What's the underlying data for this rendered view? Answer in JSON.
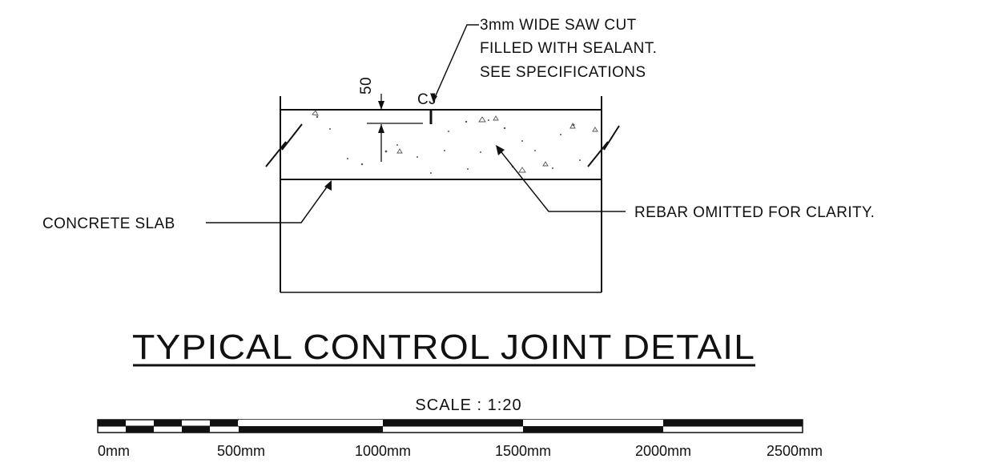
{
  "notes": {
    "saw_cut_line1": "3mm WIDE SAW CUT",
    "saw_cut_line2": "FILLED WITH SEALANT.",
    "saw_cut_line3": "SEE SPECIFICATIONS",
    "cj": "CJ",
    "depth": "50",
    "rebar": "REBAR OMITTED FOR CLARITY.",
    "concrete": "CONCRETE SLAB"
  },
  "title": "TYPICAL CONTROL JOINT DETAIL",
  "scale": {
    "label": "SCALE : 1:20",
    "ticks": [
      "0mm",
      "500mm",
      "1000mm",
      "1500mm",
      "2000mm",
      "2500mm"
    ]
  }
}
